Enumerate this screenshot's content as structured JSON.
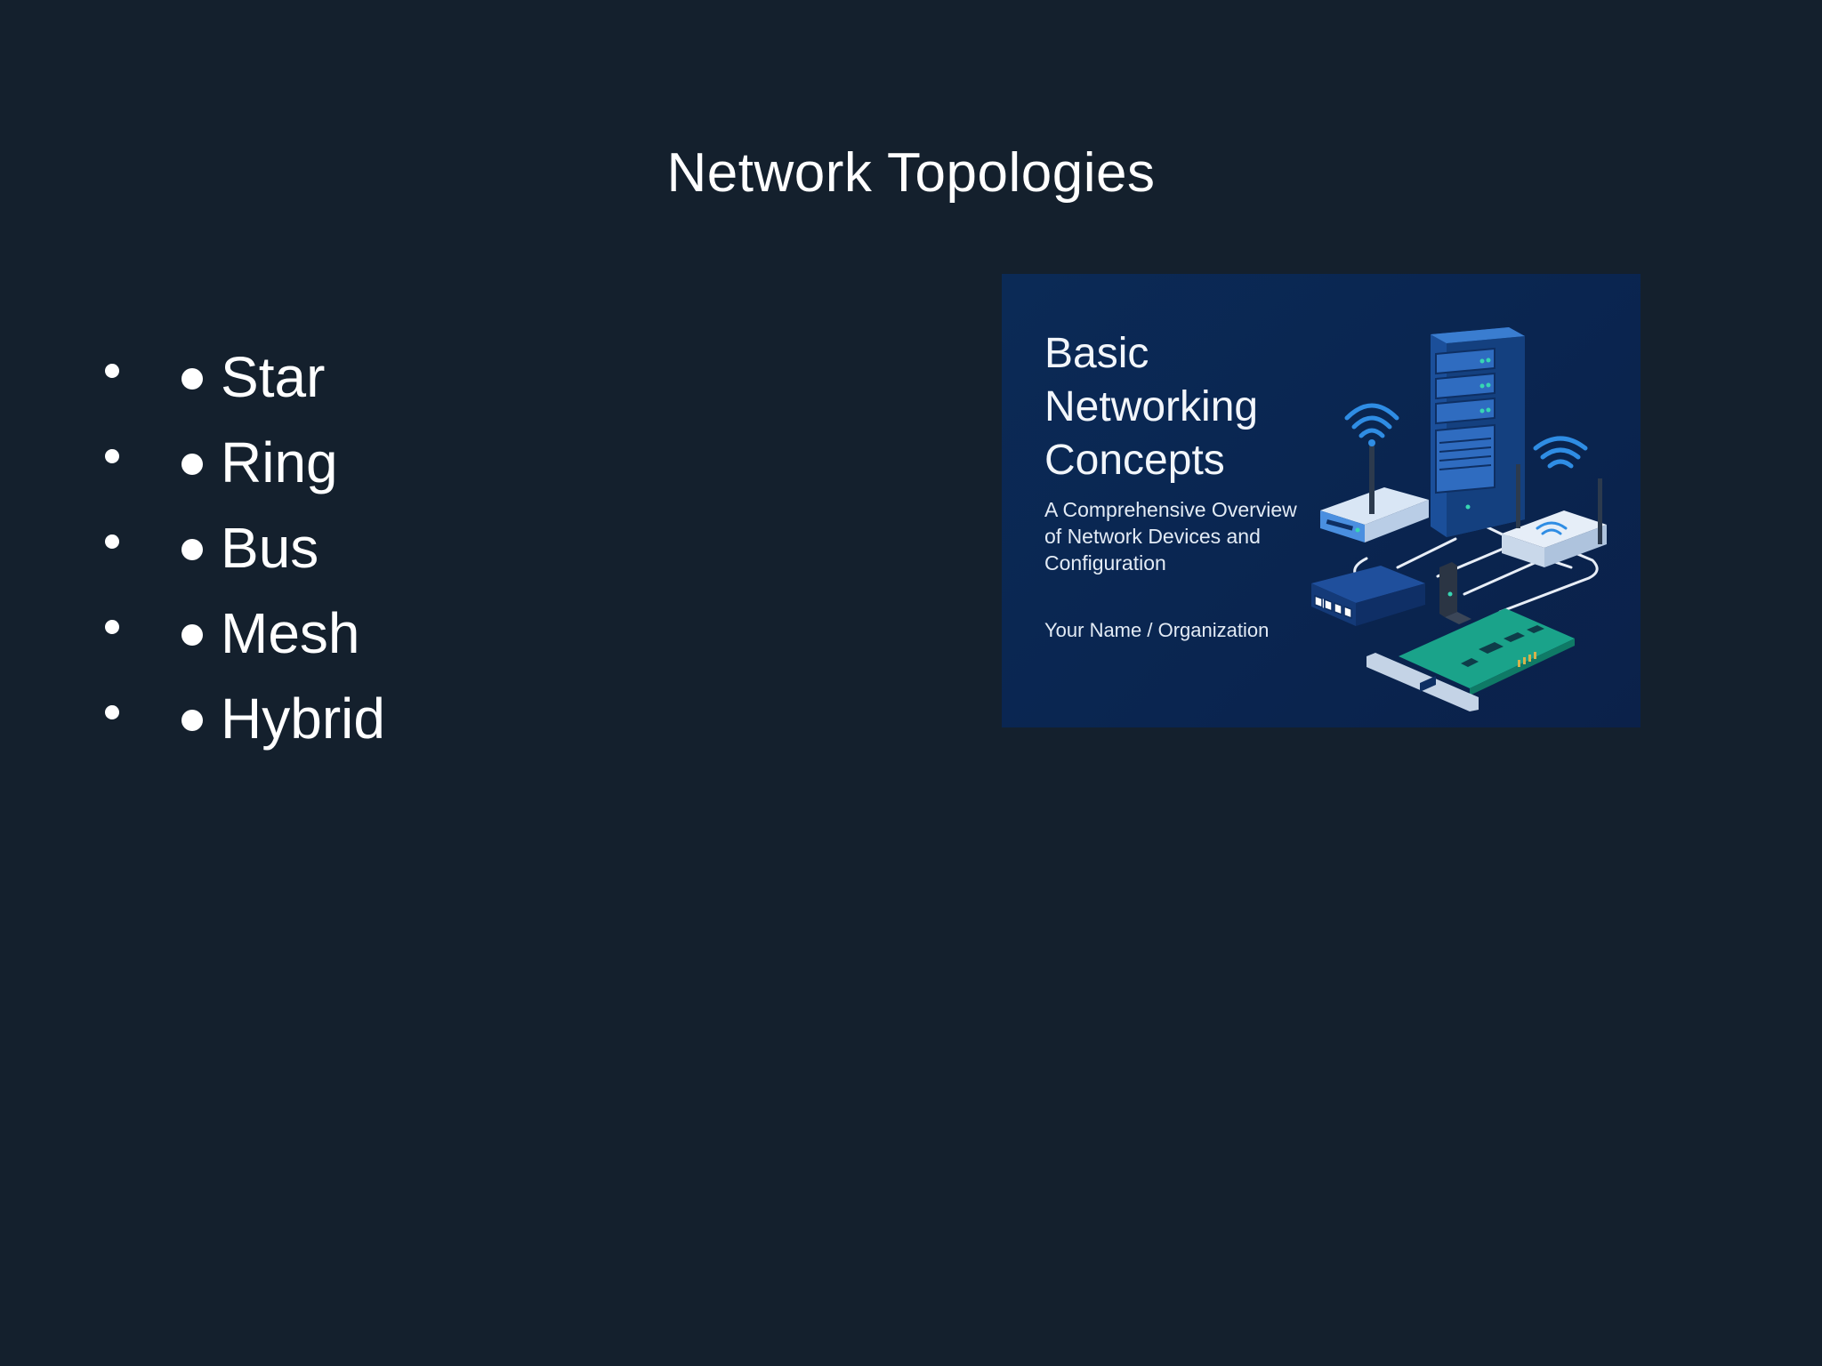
{
  "slide": {
    "title": "Network Topologies",
    "bullets": [
      {
        "label": "Star"
      },
      {
        "label": "Ring"
      },
      {
        "label": "Bus"
      },
      {
        "label": "Mesh"
      },
      {
        "label": "Hybrid"
      }
    ]
  },
  "image_card": {
    "title": "Basic Networking Concepts",
    "subtitle": "A Comprehensive Overview of Network Devices and Configuration",
    "author": "Your Name / Organization",
    "icons": [
      "server-rack-icon",
      "wireless-router-icon",
      "network-switch-icon",
      "network-card-icon",
      "wifi-signal-icon"
    ]
  },
  "colors": {
    "background": "#14202d",
    "text": "#ffffff",
    "card_background": "#0a2550",
    "accent_blue": "#2f8de4",
    "accent_green": "#1aa38a"
  }
}
